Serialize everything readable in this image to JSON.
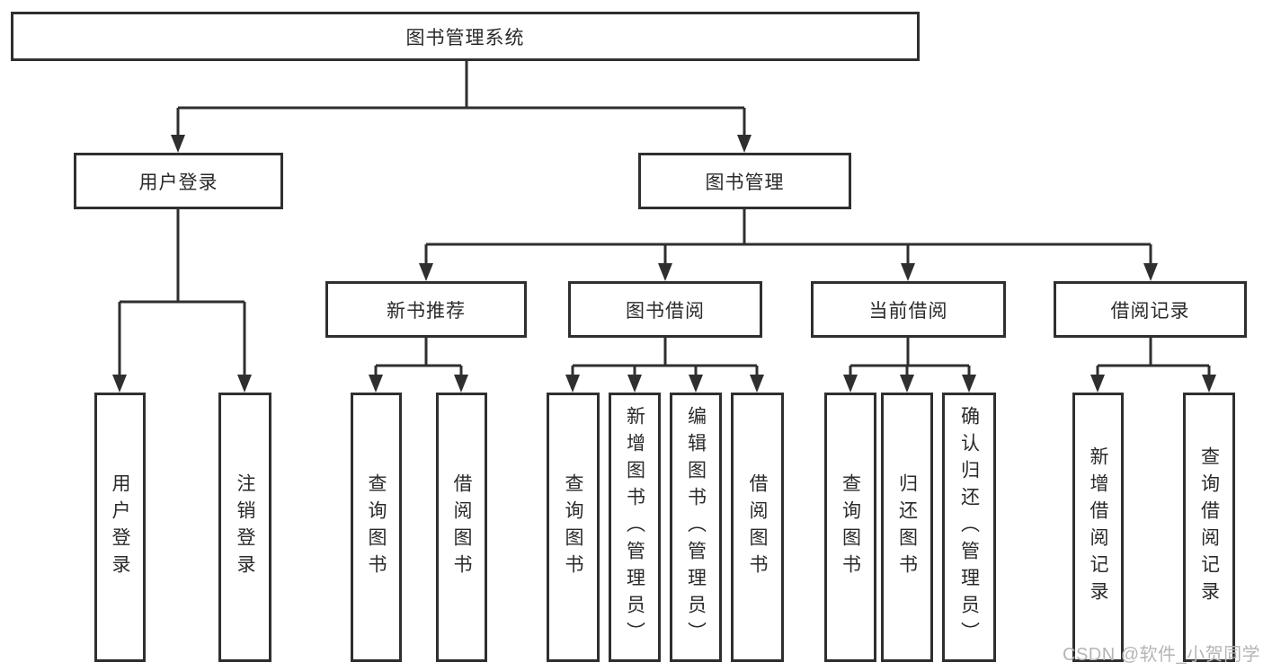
{
  "colors": {
    "line": "#2f2f2f",
    "text": "#2a2a2a",
    "background": "#ffffff",
    "watermark": "#b5b5b5"
  },
  "tree": {
    "root": {
      "label": "图书管理系统"
    },
    "branches": [
      {
        "label": "用户登录",
        "children": [
          {
            "label": "用户登录"
          },
          {
            "label": "注销登录"
          }
        ]
      },
      {
        "label": "图书管理",
        "children": [
          {
            "label": "新书推荐",
            "children": [
              {
                "label": "查询图书"
              },
              {
                "label": "借阅图书"
              }
            ]
          },
          {
            "label": "图书借阅",
            "children": [
              {
                "label": "查询图书"
              },
              {
                "label": "新增图书（管理员）"
              },
              {
                "label": "编辑图书（管理员）"
              },
              {
                "label": "借阅图书"
              }
            ]
          },
          {
            "label": "当前借阅",
            "children": [
              {
                "label": "查询图书"
              },
              {
                "label": "归还图书"
              },
              {
                "label": "确认归还（管理员）"
              }
            ]
          },
          {
            "label": "借阅记录",
            "children": [
              {
                "label": "新增借阅记录"
              },
              {
                "label": "查询借阅记录"
              }
            ]
          }
        ]
      }
    ]
  },
  "watermark": {
    "text": "CSDN @软件_小贺同学"
  }
}
